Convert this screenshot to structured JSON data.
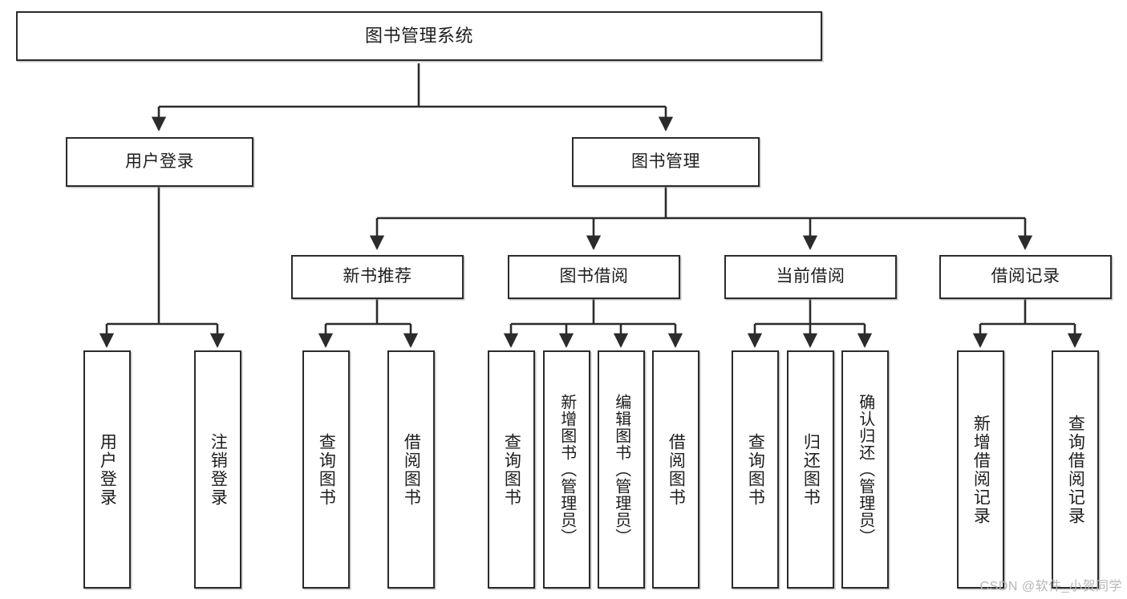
{
  "diagram": {
    "title": "图书管理系统",
    "type": "tree",
    "colors": {
      "box_border": "#2b2b2b",
      "box_fill": "#ffffff",
      "edge": "#2b2b2b",
      "text": "#1d1d1d",
      "watermark": "#b8b8b8"
    },
    "root": {
      "label": "图书管理系统",
      "orientation": "horizontal"
    },
    "level2": [
      {
        "label": "用户登录",
        "orientation": "horizontal"
      },
      {
        "label": "图书管理",
        "orientation": "horizontal"
      }
    ],
    "level3": [
      {
        "label": "新书推荐",
        "orientation": "horizontal",
        "parent": "图书管理"
      },
      {
        "label": "图书借阅",
        "orientation": "horizontal",
        "parent": "图书管理"
      },
      {
        "label": "当前借阅",
        "orientation": "horizontal",
        "parent": "图书管理"
      },
      {
        "label": "借阅记录",
        "orientation": "horizontal",
        "parent": "图书管理"
      }
    ],
    "leaves": [
      {
        "label": "用户登录",
        "orientation": "vertical",
        "parent": "用户登录"
      },
      {
        "label": "注销登录",
        "orientation": "vertical",
        "parent": "用户登录"
      },
      {
        "label": "查询图书",
        "orientation": "vertical",
        "parent": "新书推荐"
      },
      {
        "label": "借阅图书",
        "orientation": "vertical",
        "parent": "新书推荐"
      },
      {
        "label": "查询图书",
        "orientation": "vertical",
        "parent": "图书借阅"
      },
      {
        "label": "新增图书（管理员）",
        "orientation": "vertical",
        "parent": "图书借阅"
      },
      {
        "label": "编辑图书（管理员）",
        "orientation": "vertical",
        "parent": "图书借阅"
      },
      {
        "label": "借阅图书",
        "orientation": "vertical",
        "parent": "图书借阅"
      },
      {
        "label": "查询图书",
        "orientation": "vertical",
        "parent": "当前借阅"
      },
      {
        "label": "归还图书",
        "orientation": "vertical",
        "parent": "当前借阅"
      },
      {
        "label": "确认归还（管理员）",
        "orientation": "vertical",
        "parent": "当前借阅"
      },
      {
        "label": "新增借阅记录",
        "orientation": "vertical",
        "parent": "借阅记录"
      },
      {
        "label": "查询借阅记录",
        "orientation": "vertical",
        "parent": "借阅记录"
      }
    ],
    "watermark": "CSDN @软件_小贺同学"
  }
}
